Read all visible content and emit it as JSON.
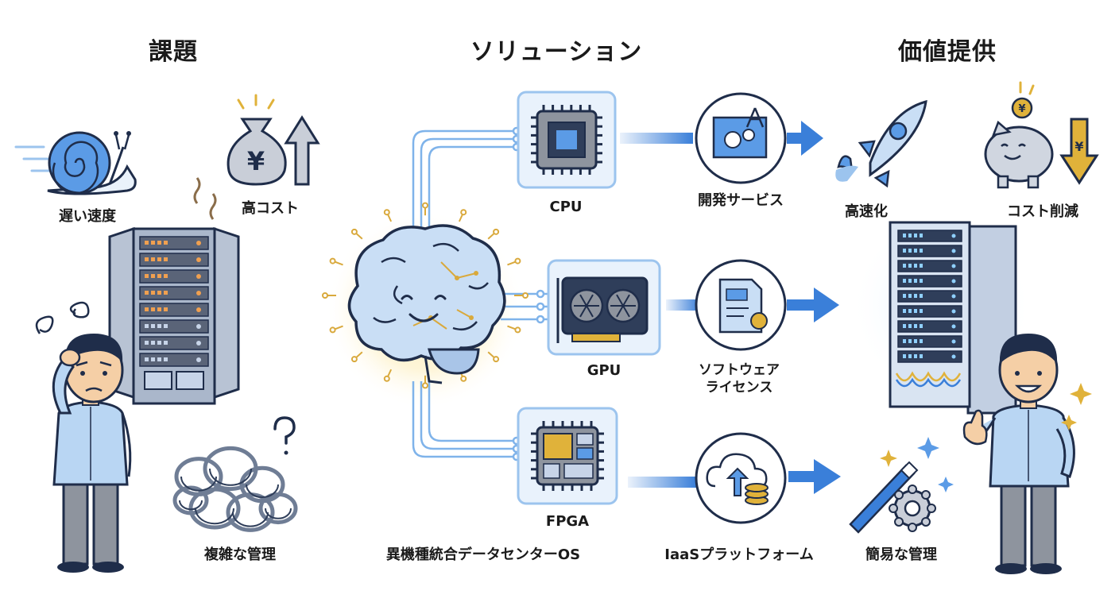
{
  "columns": {
    "problem": "課題",
    "solution": "ソリューション",
    "value": "価値提供"
  },
  "problems": {
    "slow": "遅い速度",
    "cost": "高コスト",
    "complex": "複雑な管理"
  },
  "solution": {
    "cpu": "CPU",
    "gpu": "GPU",
    "fpga": "FPGA",
    "os": "異機種統合データセンターOS",
    "dev": "開発サービス",
    "license_1": "ソフトウェア",
    "license_2": "ライセンス",
    "iaas": "IaaSプラットフォーム"
  },
  "values": {
    "speed": "高速化",
    "cost_down": "コスト削減",
    "easy": "簡易な管理"
  },
  "icons": {
    "yen_symbol": "¥"
  },
  "colors": {
    "blue": "#3a7fd9",
    "light_blue": "#a9cdf2",
    "navy": "#1f2d4a",
    "gold": "#e0b23a",
    "orange": "#f0a050"
  }
}
